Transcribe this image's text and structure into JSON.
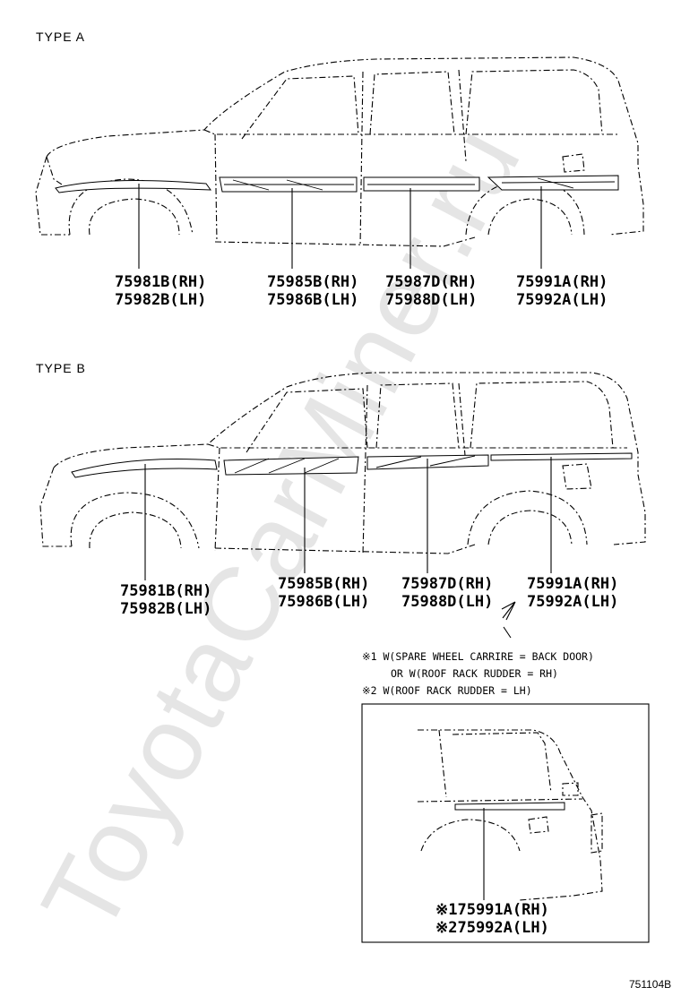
{
  "watermark": "ToyotaCarMiner.ru",
  "type_a": {
    "title": "TYPE A",
    "labels": [
      {
        "rh": "75981B(RH)",
        "lh": "75982B(LH)"
      },
      {
        "rh": "75985B(RH)",
        "lh": "75986B(LH)"
      },
      {
        "rh": "75987D(RH)",
        "lh": "75988D(LH)"
      },
      {
        "rh": "75991A(RH)",
        "lh": "75992A(LH)"
      }
    ]
  },
  "type_b": {
    "title": "TYPE B",
    "labels": [
      {
        "rh": "75981B(RH)",
        "lh": "75982B(LH)"
      },
      {
        "rh": "75985B(RH)",
        "lh": "75986B(LH)"
      },
      {
        "rh": "75987D(RH)",
        "lh": "75988D(LH)"
      },
      {
        "rh": "75991A(RH)",
        "lh": "75992A(LH)"
      }
    ]
  },
  "notes": {
    "line1": "※1 W(SPARE WHEEL CARRIRE = BACK DOOR)",
    "line2": "OR W(ROOF RACK RUDDER = RH)",
    "line3": "※2 W(ROOF RACK RUDDER = LH)"
  },
  "detail": {
    "rh": "※175991A(RH)",
    "lh": "※275992A(LH)"
  },
  "diagram_code": "751104B"
}
